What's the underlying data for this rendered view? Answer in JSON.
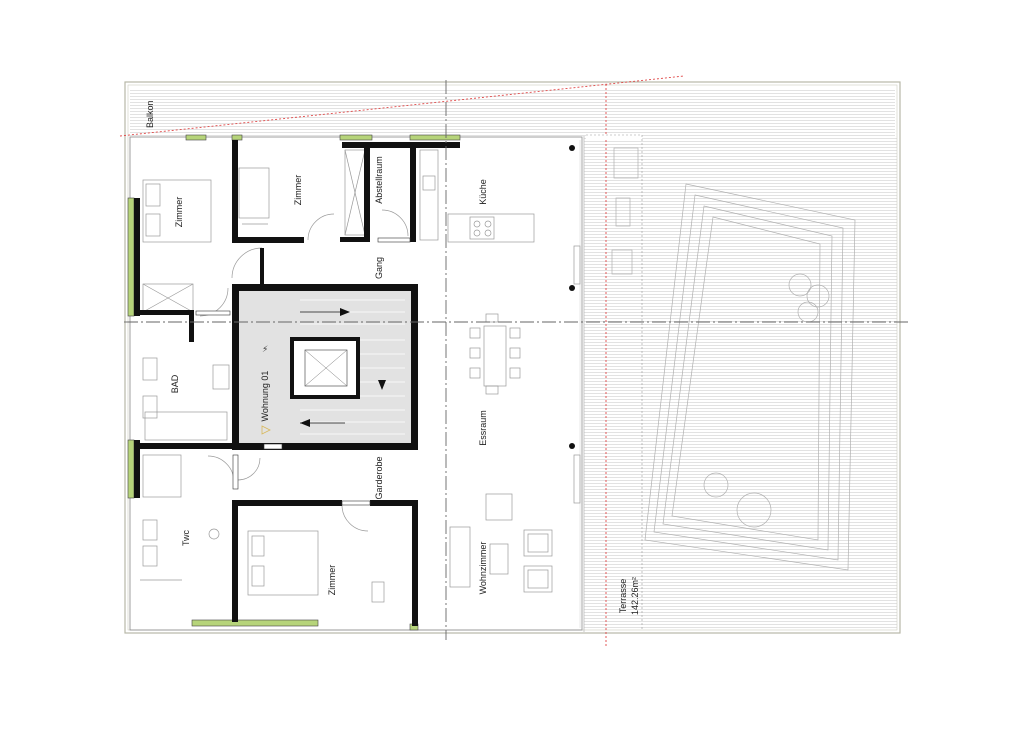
{
  "floor_plan": {
    "unit_label": "Wohnung 01",
    "rooms": {
      "balkon": "Balkon",
      "zimmer_1": "Zimmer",
      "zimmer_2": "Zimmer",
      "abstellraum": "Abstellraum",
      "kueche": "Küche",
      "gang": "Gang",
      "bad": "BAD",
      "essraum": "Essraum",
      "garderobe": "Garderobe",
      "twc": "Twc",
      "zimmer_3": "Zimmer",
      "wohnzimmer": "Wohnzimmer",
      "terrasse": "Terrasse",
      "terrasse_area": "142.26m²"
    },
    "colors": {
      "wall": "#111111",
      "window": "#b6d47a",
      "core_fill": "#e2e2e2",
      "terrace_hatch": "#c8c8c8",
      "axis_line": "#666666",
      "section_line": "#e04848",
      "furniture": "#9a9a9a"
    }
  }
}
